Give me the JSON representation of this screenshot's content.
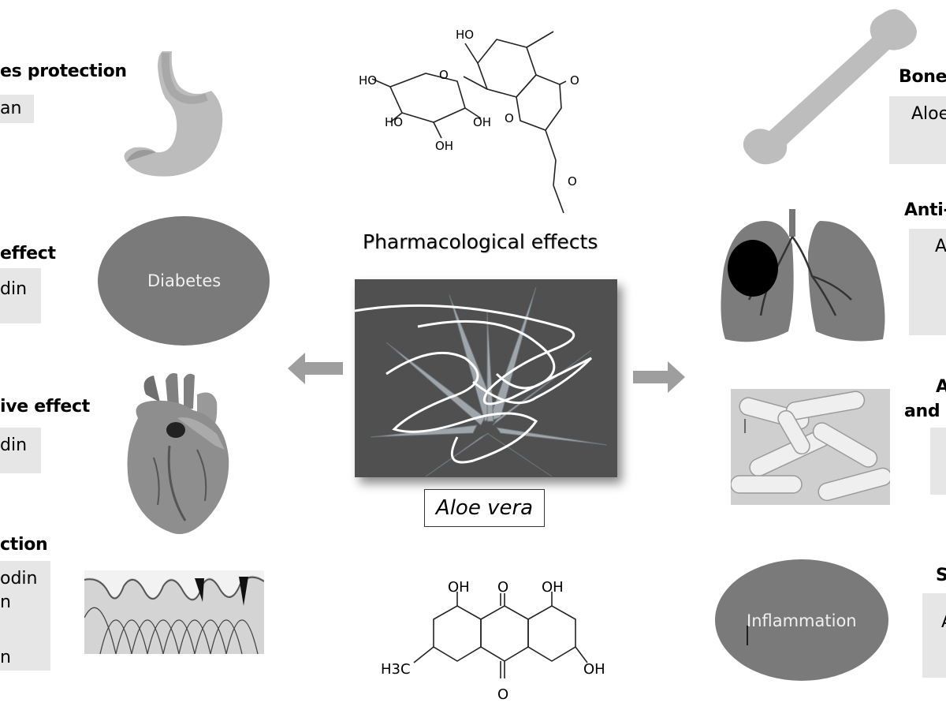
{
  "center": {
    "title": "Pharmacological effects",
    "plant_label": "Aloe vera"
  },
  "left": [
    {
      "heading": "es protection",
      "compound": "an"
    },
    {
      "heading": "effect",
      "compound": "din",
      "ellipse": "Diabetes"
    },
    {
      "heading": "ive effect",
      "compound": "din"
    },
    {
      "heading": "ction",
      "compound_lines": [
        "odin",
        "n",
        "",
        "n"
      ]
    }
  ],
  "right": [
    {
      "heading": "Bone",
      "compound": "Aloe"
    },
    {
      "heading": "Anti-",
      "compound": "A"
    },
    {
      "heading_lines": [
        "A",
        "and"
      ]
    },
    {
      "heading": "S",
      "compound": "A",
      "ellipse": "Inflammation"
    }
  ],
  "molecule_top": {
    "labels": [
      "HO",
      "HO",
      "HO",
      "OH",
      "OH",
      "O",
      "O",
      "O",
      "O"
    ]
  },
  "molecule_bottom": {
    "labels": [
      "OH",
      "O",
      "OH",
      "H3C",
      "OH",
      "O"
    ]
  },
  "colors": {
    "ellipse": "#7a7a7a",
    "box": "#e6e6e6",
    "organ": "#9a9a9a",
    "arrow": "#9e9e9e"
  }
}
